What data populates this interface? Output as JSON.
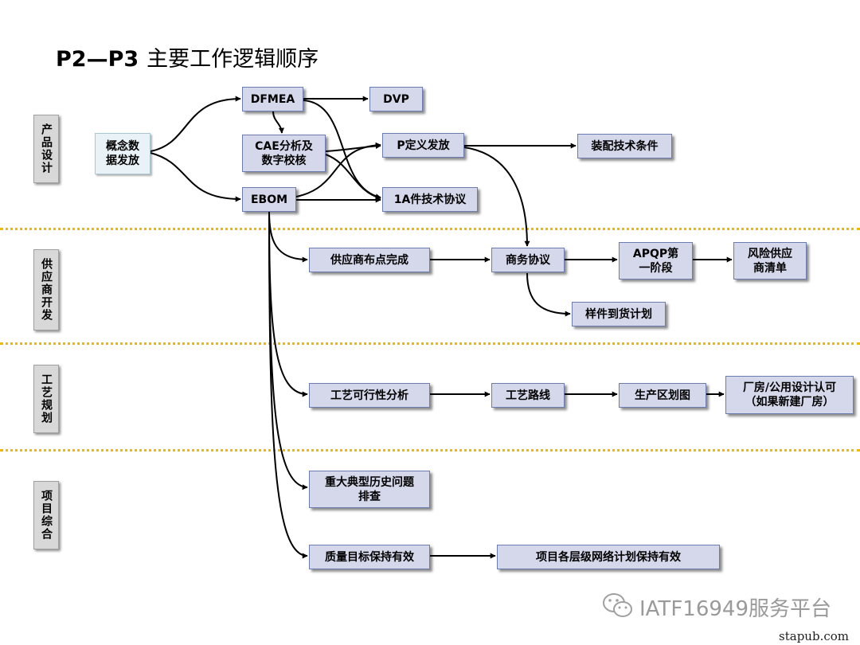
{
  "title": {
    "main": "P2—P3",
    "rest": "主要工作逻辑顺序"
  },
  "lanes": [
    {
      "id": "product_design",
      "label": "产品设计"
    },
    {
      "id": "supplier_dev",
      "label": "供应商开发"
    },
    {
      "id": "process_planning",
      "label": "工艺规划"
    },
    {
      "id": "project_integration",
      "label": "项目综合"
    }
  ],
  "nodes": {
    "concept_release": "概念数\n据发放",
    "dfmea": "DFMEA",
    "dvp": "DVP",
    "cae": "CAE分析及\n数字校核",
    "p_release": "P定义发放",
    "assembly_conditions": "装配技术条件",
    "ebom": "EBOM",
    "class_a_agreement": "1A件技术协议",
    "supplier_sourcing": "供应商布点完成",
    "commercial_agreement": "商务协议",
    "apqp_phase1": "APQP第\n一阶段",
    "risk_supplier_list": "风险供应\n商清单",
    "sample_plan": "样件到货计划",
    "process_feasibility": "工艺可行性分析",
    "process_route": "工艺路线",
    "zoning_plan": "生产区划图",
    "plant_design_approval": "厂房/公用设计认可\n（如果新建厂房）",
    "history_issues": "重大典型历史问题\n排查",
    "quality_targets": "质量目标保持有效",
    "network_plan": "项目各层级网络计划保持有效"
  },
  "watermark": {
    "icon": "wechat-icon",
    "text": "IATF16949服务平台"
  },
  "footer_site": "stapub.com"
}
